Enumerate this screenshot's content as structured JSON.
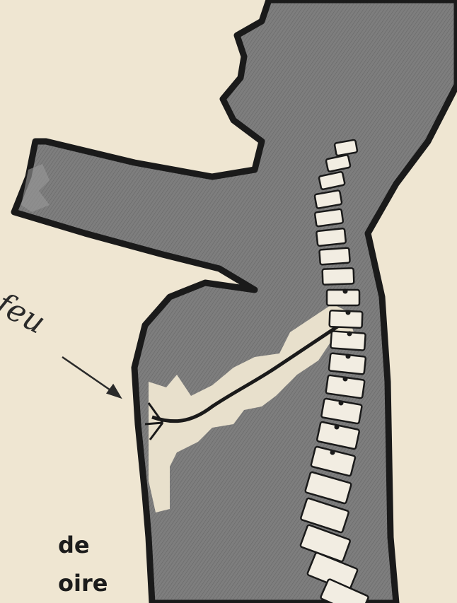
{
  "labels": {
    "script_word": "feu",
    "line_1_fragment": "de",
    "line_2_fragment": "oire"
  },
  "colors": {
    "paper": "#efe6d2",
    "body_fill": "#7d7d7d",
    "outline": "#1a1a1a",
    "bone": "#f2ede2",
    "flame_zone": "#e9e1cd"
  }
}
